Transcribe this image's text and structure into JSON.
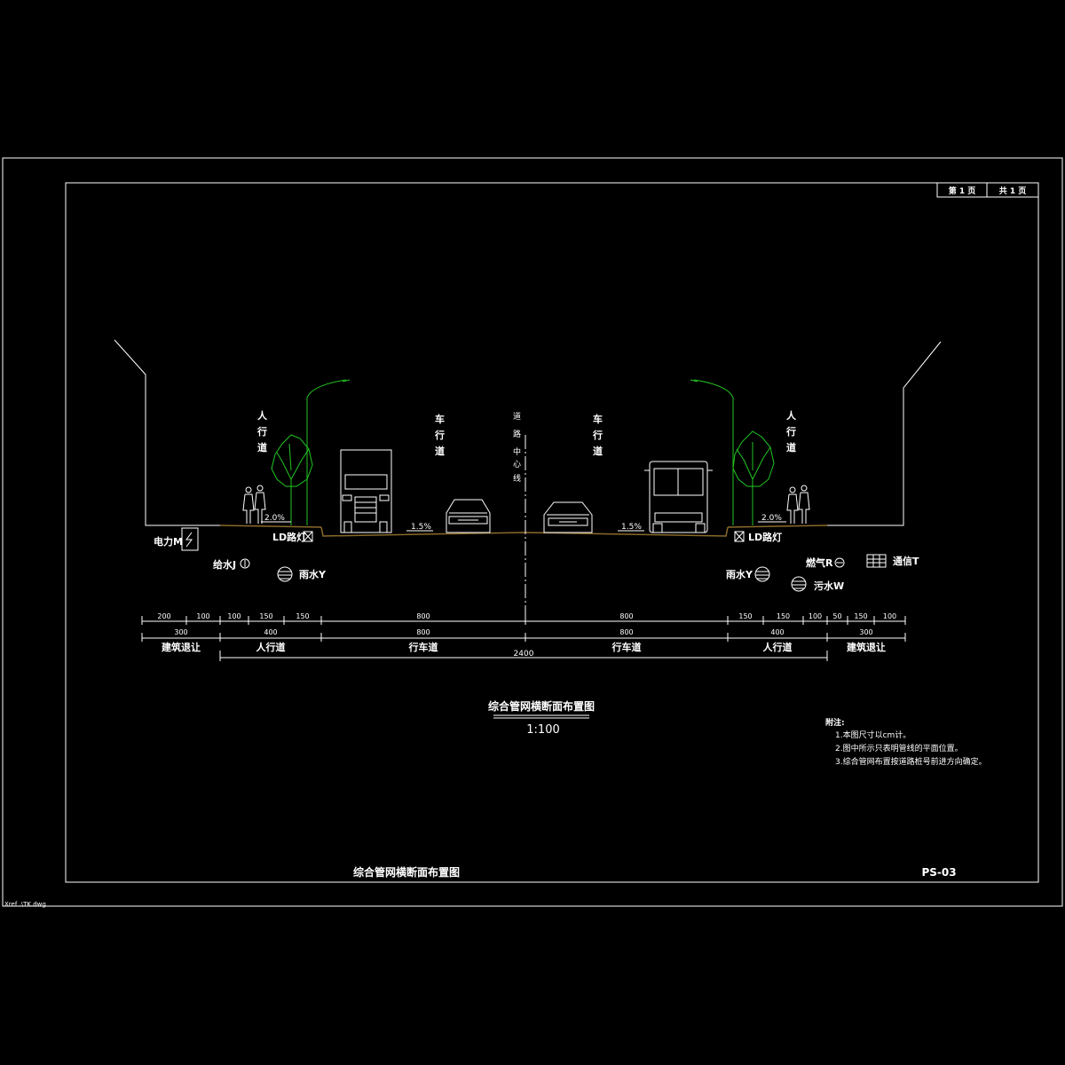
{
  "sheet": {
    "page_label": "第 1 页",
    "total_label": "共 1 页",
    "title_block": "综合管网横断面布置图",
    "drawing_number": "PS-03",
    "xref_note": "Xref .\\TK.dwg"
  },
  "drawing": {
    "title": "综合管网横断面布置图",
    "scale": "1:100",
    "centerline_label": "道路中心线",
    "zone_labels": {
      "sidewalk_left": "人行道",
      "carriageway_left": "车行道",
      "carriageway_right": "车行道",
      "sidewalk_right": "人行道"
    },
    "slopes": {
      "sidewalk_left": "2.0%",
      "road_left": "1.5%",
      "road_right": "1.5%",
      "sidewalk_right": "2.0%"
    },
    "utilities": {
      "power": "电力M",
      "water_supply": "给水J",
      "rain_left": "雨水Y",
      "light_left": "LD路灯",
      "light_right": "LD路灯",
      "rain_right": "雨水Y",
      "gas": "燃气R",
      "sewage": "污水W",
      "telecom": "通信T"
    },
    "dimensions": {
      "row1": [
        "200",
        "100",
        "100",
        "150",
        "150",
        "800",
        "800",
        "150",
        "150",
        "100",
        "50",
        "150",
        "100"
      ],
      "row2": [
        "300",
        "400",
        "800",
        "800",
        "400",
        "300"
      ],
      "row2_labels": [
        "建筑退让",
        "人行道",
        "行车道",
        "行车道",
        "人行道",
        "建筑退让"
      ],
      "total": "2400"
    },
    "notes": {
      "heading": "附注:",
      "items": [
        "1.本图尺寸以cm计。",
        "2.图中所示只表明管线的平面位置。",
        "3.综合管网布置按道路桩号前进方向确定。"
      ]
    }
  },
  "colors": {
    "background": "#000000",
    "lines": "#ffffff",
    "vegetation": "#22c522",
    "road_surface": "#8a6a2a"
  }
}
